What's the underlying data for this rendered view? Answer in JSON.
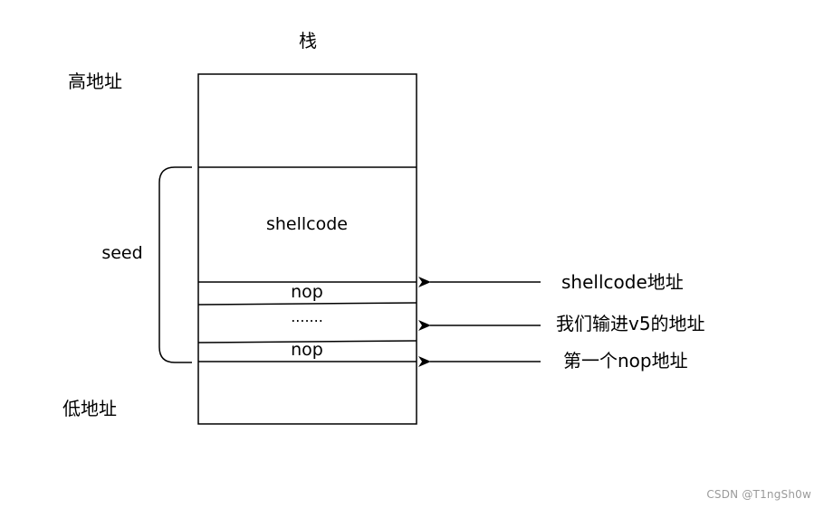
{
  "diagram": {
    "title": "栈",
    "high_address_label": "高地址",
    "low_address_label": "低地址",
    "seed_label": "seed",
    "cells": {
      "shellcode": "shellcode",
      "nop_top": "nop",
      "dots": ".......",
      "nop_bottom": "nop"
    },
    "arrows": [
      {
        "label": "shellcode地址"
      },
      {
        "label": "我们输进v5的地址"
      },
      {
        "label": "第一个nop地址"
      }
    ]
  },
  "watermark": "CSDN @T1ngSh0w"
}
